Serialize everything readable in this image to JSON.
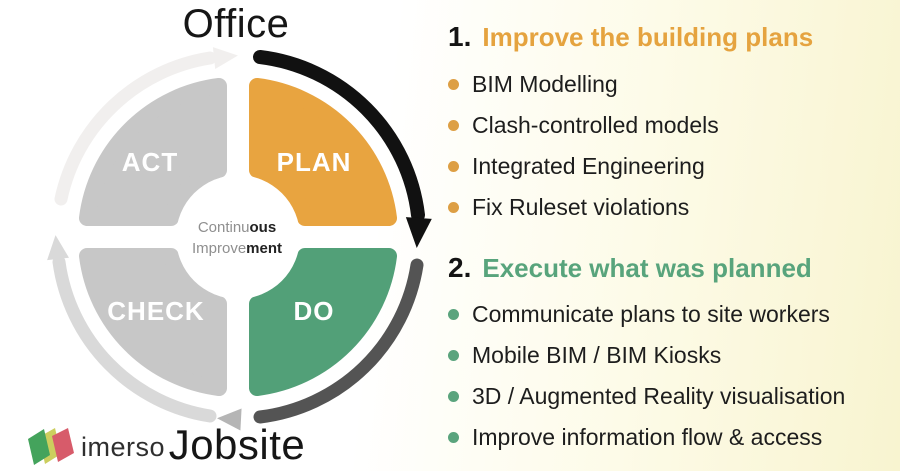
{
  "background": {
    "left_color": "#ffffff",
    "right_color": "#f8f4d0"
  },
  "cycle_diagram": {
    "top_label": "Office",
    "bottom_label": "Jobsite",
    "center_text": {
      "line1_normal": "Continu",
      "line1_bold": "ous",
      "line2_normal": "Improve",
      "line2_bold": "ment"
    },
    "quadrants": {
      "act": {
        "label": "ACT",
        "color": "#c7c7c7"
      },
      "plan": {
        "label": "PLAN",
        "color": "#e8a440"
      },
      "check": {
        "label": "CHECK",
        "color": "#c7c7c7"
      },
      "do": {
        "label": "DO",
        "color": "#52a078"
      }
    },
    "arrows": {
      "top_left_color": "#f1efee",
      "top_right_color": "#111111",
      "bottom_right_color": "#545454",
      "bottom_left_color": "#d9d9d9",
      "bottom_arrowhead_color": "#b5b5b5"
    }
  },
  "logo": {
    "text": "imerso",
    "leaf_green": "#44a35c",
    "leaf_yellow": "#ccce5e",
    "leaf_red": "#d75b6a"
  },
  "sections": [
    {
      "number": "1.",
      "title": "Improve the building plans",
      "accent_color": "#e5a33f",
      "items": [
        "BIM Modelling",
        "Clash-controlled models",
        "Integrated Engineering",
        "Fix Ruleset violations"
      ]
    },
    {
      "number": "2.",
      "title": "Execute what was planned",
      "accent_color": "#58a47c",
      "items": [
        "Communicate plans to site workers",
        "Mobile BIM / BIM Kiosks",
        "3D / Augmented Reality visualisation",
        "Improve information flow & access"
      ]
    }
  ]
}
